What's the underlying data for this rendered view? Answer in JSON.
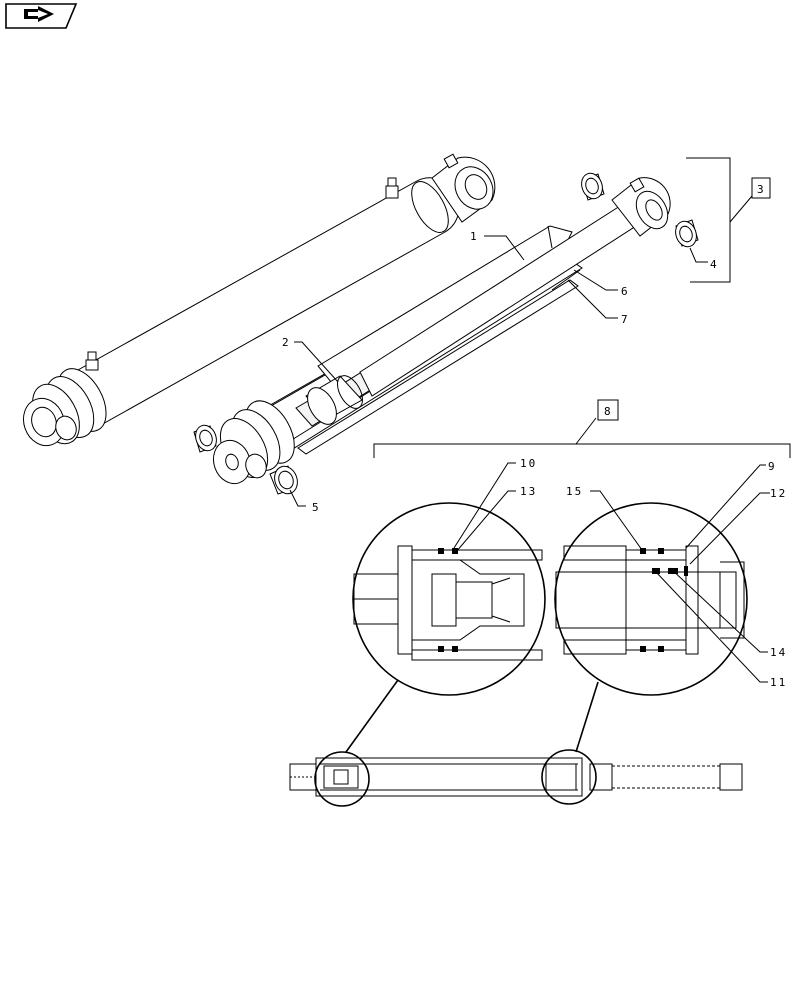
{
  "nav_icon": "next-page-arrow-icon",
  "callouts": {
    "c1": "1",
    "c2": "2",
    "c3": "3",
    "c4": "4",
    "c5": "5",
    "c6": "6",
    "c7": "7",
    "c8": "8",
    "c9": "9",
    "c10": "10",
    "c11": "11",
    "c12": "12",
    "c13": "13",
    "c14": "14",
    "c15": "15"
  }
}
